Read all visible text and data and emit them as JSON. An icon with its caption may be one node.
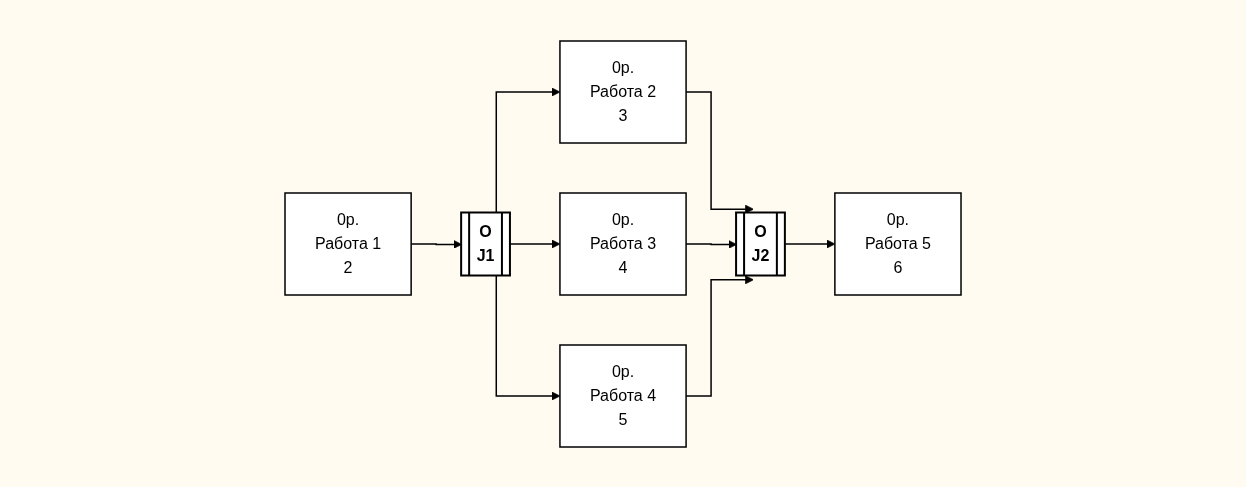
{
  "diagram": {
    "nodes": [
      {
        "text": [
          "0р.",
          "Работа 1",
          "2"
        ]
      },
      {
        "text": [
          "O"
        ],
        "beside": [
          "J1"
        ]
      },
      {
        "text": [
          "0р.",
          "Работа 2",
          "3"
        ]
      },
      {
        "text": [
          "0р.",
          "Работа 3",
          "4"
        ]
      },
      {
        "text": [
          "0р.",
          "Работа 4",
          "5"
        ]
      },
      {
        "text": [
          "O"
        ],
        "beside": [
          "J2"
        ]
      },
      {
        "text": [
          "0р.",
          "Работа 5",
          "6"
        ]
      }
    ],
    "edges": [
      {
        "from": 0,
        "to": 1,
        "arrow": "to"
      },
      {
        "from": 1,
        "to": 2,
        "arrow": "to"
      },
      {
        "from": 1,
        "to": 3,
        "arrow": "to"
      },
      {
        "from": 1,
        "to": 4,
        "arrow": "to"
      },
      {
        "from": 2,
        "to": 5,
        "arrow": "to"
      },
      {
        "from": 3,
        "to": 5,
        "arrow": "to"
      },
      {
        "from": 4,
        "to": 5,
        "arrow": "to"
      },
      {
        "from": 5,
        "to": 6,
        "arrow": "to"
      }
    ]
  }
}
